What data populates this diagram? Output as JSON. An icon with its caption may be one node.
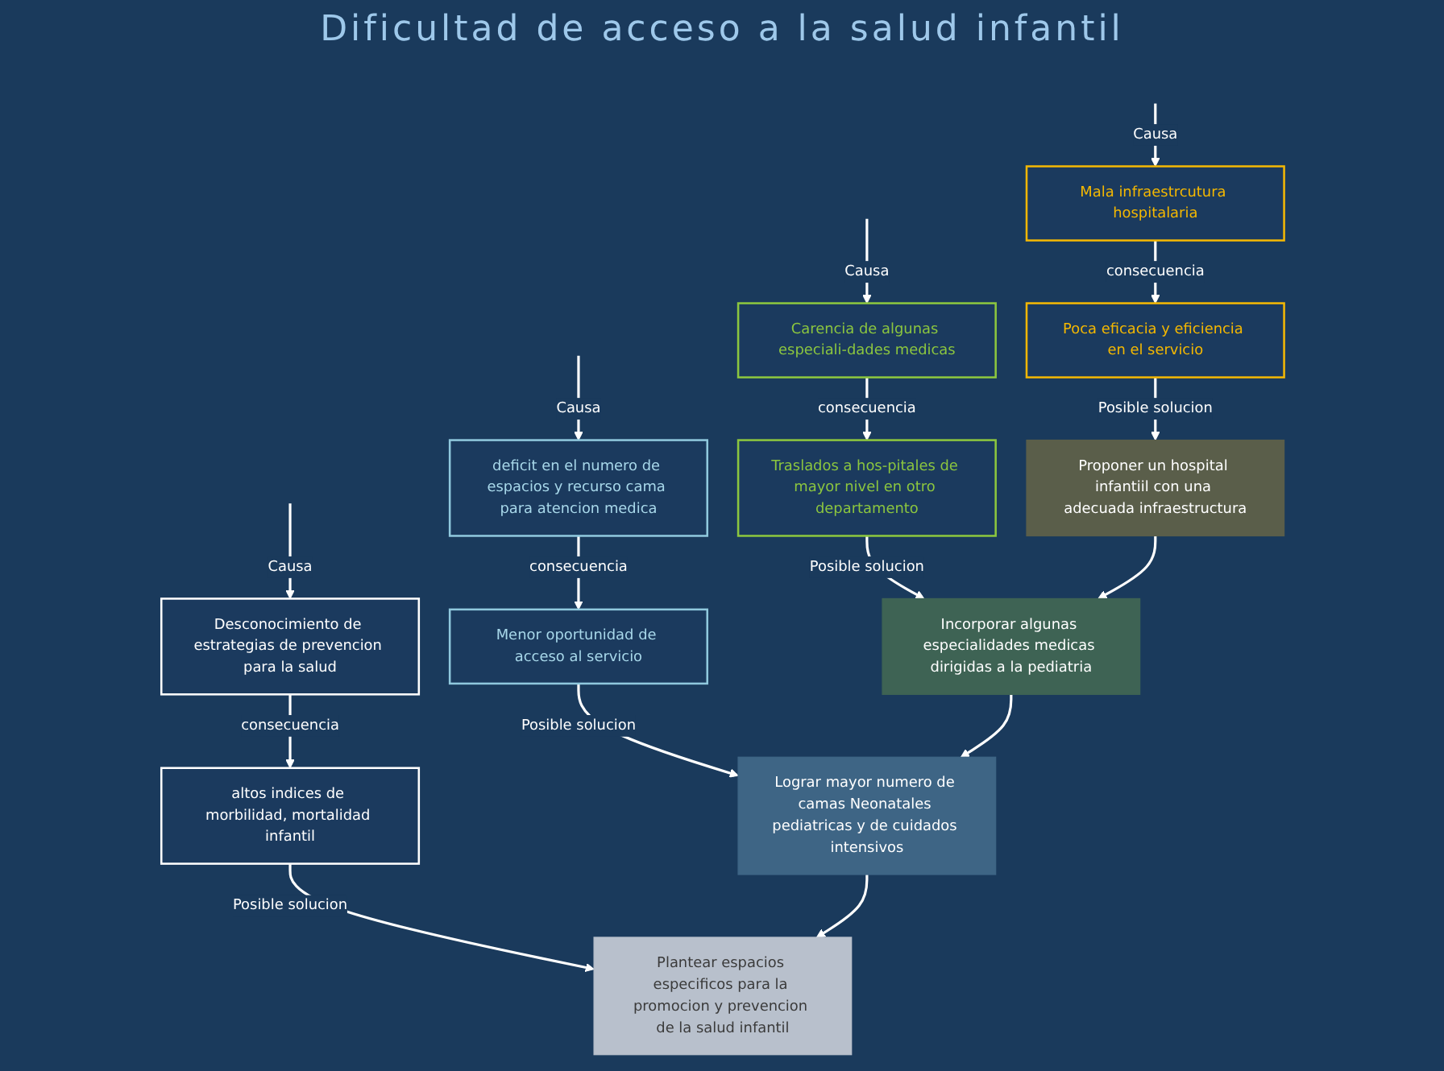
{
  "diagram": {
    "title": "Dificultad de acceso a la salud infantil",
    "nodes": [
      {
        "text": [
          "Mala infraestrcutura hospitalaria"
        ]
      },
      {
        "text": [
          "Carencia de algunas especiali-dades medicas"
        ]
      },
      {
        "text": [
          "deficit en el numero de espacios y recurso cama para atencion medica"
        ]
      },
      {
        "text": [
          "Desconocimiento de estrategias de prevencion para la salud"
        ]
      },
      {
        "text": [
          "Poca eficacia y eficiencia en el servicio"
        ]
      },
      {
        "text": [
          "Traslados a hos-pitales de mayor nivel en otro departamento"
        ]
      },
      {
        "text": [
          "Menor oportunidad de acceso al servicio"
        ]
      },
      {
        "text": [
          "altos indices de morbilidad, mortalidad infantil"
        ]
      },
      {
        "text": [
          "Proponer un hospital infantiil con una adecuada infraestructura"
        ]
      },
      {
        "text": [
          "Incorporar algunas especialidades medicas dirigidas a la pediatria"
        ]
      },
      {
        "text": [
          "Lograr mayor numero de camas Neonatales pediatricas y de cuidados intensivos"
        ]
      },
      {
        "text": [
          "Plantear espacios especificos para la promocion y prevencion de la salud infantil"
        ]
      }
    ],
    "edges": [
      {
        "from": null,
        "to": 0,
        "arrow": "to",
        "label": "Causa"
      },
      {
        "from": null,
        "to": 1,
        "arrow": "to",
        "label": "Causa"
      },
      {
        "from": null,
        "to": 2,
        "arrow": "to",
        "label": "Causa"
      },
      {
        "from": null,
        "to": 3,
        "arrow": "to",
        "label": "Causa"
      },
      {
        "from": 0,
        "to": 4,
        "arrow": "to",
        "label": "consecuencia"
      },
      {
        "from": 1,
        "to": 5,
        "arrow": "to",
        "label": "consecuencia"
      },
      {
        "from": 2,
        "to": 6,
        "arrow": "to",
        "label": "consecuencia"
      },
      {
        "from": 3,
        "to": 7,
        "arrow": "to",
        "label": "consecuencia"
      },
      {
        "from": 4,
        "to": 8,
        "arrow": "to",
        "label": "Posible solucion"
      },
      {
        "from": 5,
        "to": 9,
        "arrow": "to",
        "label": "Posible solucion"
      },
      {
        "from": 6,
        "to": 10,
        "arrow": "to",
        "label": "Posible solucion"
      },
      {
        "from": 7,
        "to": 11,
        "arrow": "to",
        "label": "Posible solucion"
      },
      {
        "from": 8,
        "to": 9,
        "arrow": "to"
      },
      {
        "from": 9,
        "to": 10,
        "arrow": "to"
      },
      {
        "from": 10,
        "to": 11,
        "arrow": "to"
      }
    ]
  }
}
